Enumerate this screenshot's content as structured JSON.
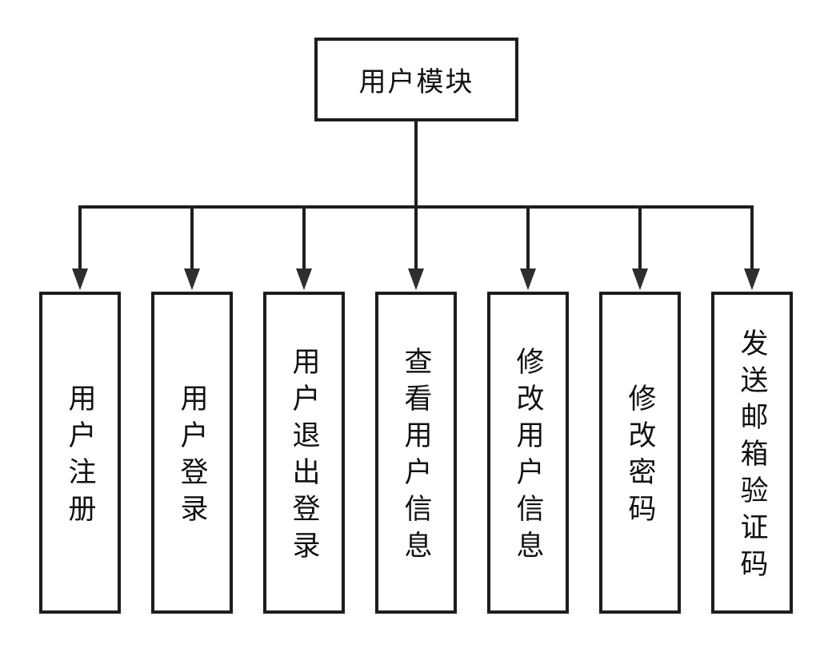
{
  "diagram": {
    "type": "tree",
    "root": {
      "label": "用户模块"
    },
    "children": [
      {
        "label": "用户注册"
      },
      {
        "label": "用户登录"
      },
      {
        "label": "用户退出登录"
      },
      {
        "label": "查看用户信息"
      },
      {
        "label": "修改用户信息"
      },
      {
        "label": "修改密码"
      },
      {
        "label": "发送邮箱验证码"
      }
    ],
    "colors": {
      "background": "#ffffff",
      "line": "#1d1d1d",
      "arrowhead": "#2e2e2e",
      "text": "#111111",
      "box_fill": "#ffffff"
    }
  }
}
